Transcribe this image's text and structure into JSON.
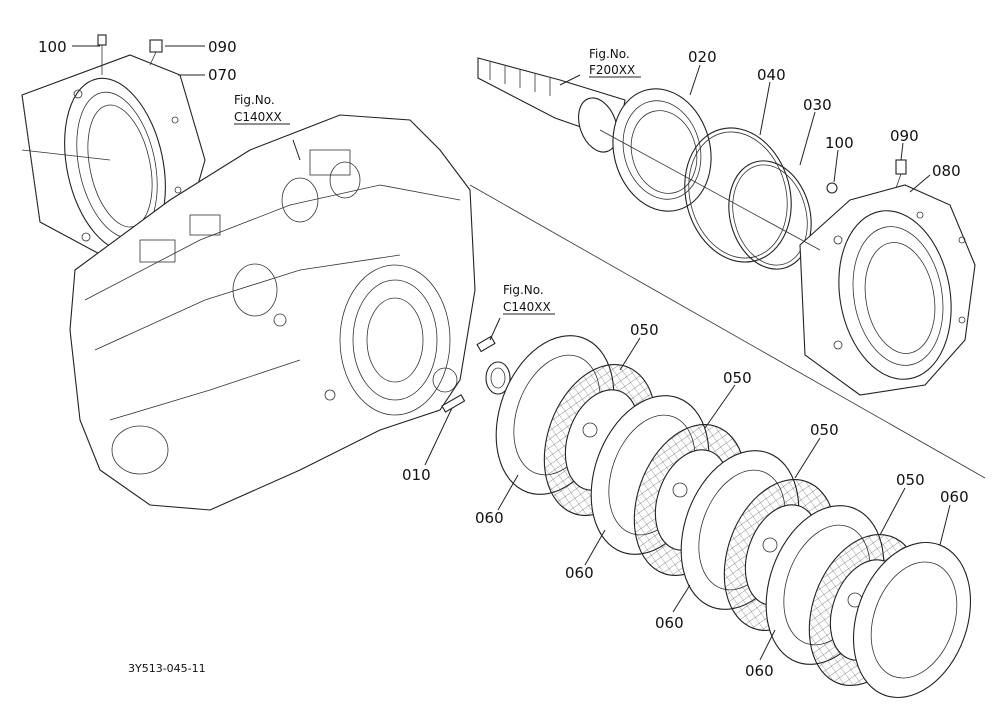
{
  "labels": {
    "l100a": "100",
    "l090a": "090",
    "l070": "070",
    "l020": "020",
    "l040": "040",
    "l030": "030",
    "l100b": "100",
    "l090b": "090",
    "l080": "080",
    "l010": "010",
    "l050a": "050",
    "l050b": "050",
    "l050c": "050",
    "l050d": "050",
    "l060a": "060",
    "l060b": "060",
    "l060c": "060",
    "l060d": "060",
    "l060e": "060"
  },
  "refs": {
    "r1_fig": "Fig.No.",
    "r1_code": "C140XX",
    "r2_fig": "Fig.No.",
    "r2_code": "F200XX",
    "r3_fig": "Fig.No.",
    "r3_code": "C140XX"
  },
  "drawing_code": "3Y513-045-11",
  "colors": {
    "line": "#222222",
    "background": "#ffffff"
  }
}
